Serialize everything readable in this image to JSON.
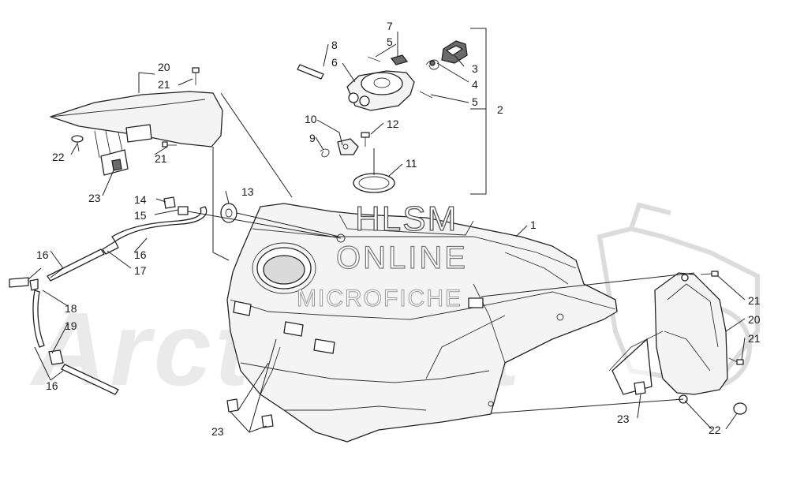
{
  "watermark": {
    "brand": "ArcticCat",
    "line1": "HLSM",
    "line2": "ONLINE",
    "line3": "MICROFICHE"
  },
  "callouts": [
    {
      "id": "c1",
      "label": "1"
    },
    {
      "id": "c2",
      "label": "2"
    },
    {
      "id": "c3",
      "label": "3"
    },
    {
      "id": "c4",
      "label": "4"
    },
    {
      "id": "c5a",
      "label": "5"
    },
    {
      "id": "c5b",
      "label": "5"
    },
    {
      "id": "c6",
      "label": "6"
    },
    {
      "id": "c7",
      "label": "7"
    },
    {
      "id": "c8",
      "label": "8"
    },
    {
      "id": "c9",
      "label": "9"
    },
    {
      "id": "c10",
      "label": "10"
    },
    {
      "id": "c11",
      "label": "11"
    },
    {
      "id": "c12",
      "label": "12"
    },
    {
      "id": "c13",
      "label": "13"
    },
    {
      "id": "c14",
      "label": "14"
    },
    {
      "id": "c15",
      "label": "15"
    },
    {
      "id": "c16a",
      "label": "16"
    },
    {
      "id": "c16b",
      "label": "16"
    },
    {
      "id": "c16c",
      "label": "16"
    },
    {
      "id": "c17",
      "label": "17"
    },
    {
      "id": "c18",
      "label": "18"
    },
    {
      "id": "c19",
      "label": "19"
    },
    {
      "id": "c20a",
      "label": "20"
    },
    {
      "id": "c20b",
      "label": "20"
    },
    {
      "id": "c21a",
      "label": "21"
    },
    {
      "id": "c21b",
      "label": "21"
    },
    {
      "id": "c21c",
      "label": "21"
    },
    {
      "id": "c21d",
      "label": "21"
    },
    {
      "id": "c22a",
      "label": "22"
    },
    {
      "id": "c22b",
      "label": "22"
    },
    {
      "id": "c23a",
      "label": "23"
    },
    {
      "id": "c23b",
      "label": "23"
    },
    {
      "id": "c23c",
      "label": "23"
    }
  ]
}
